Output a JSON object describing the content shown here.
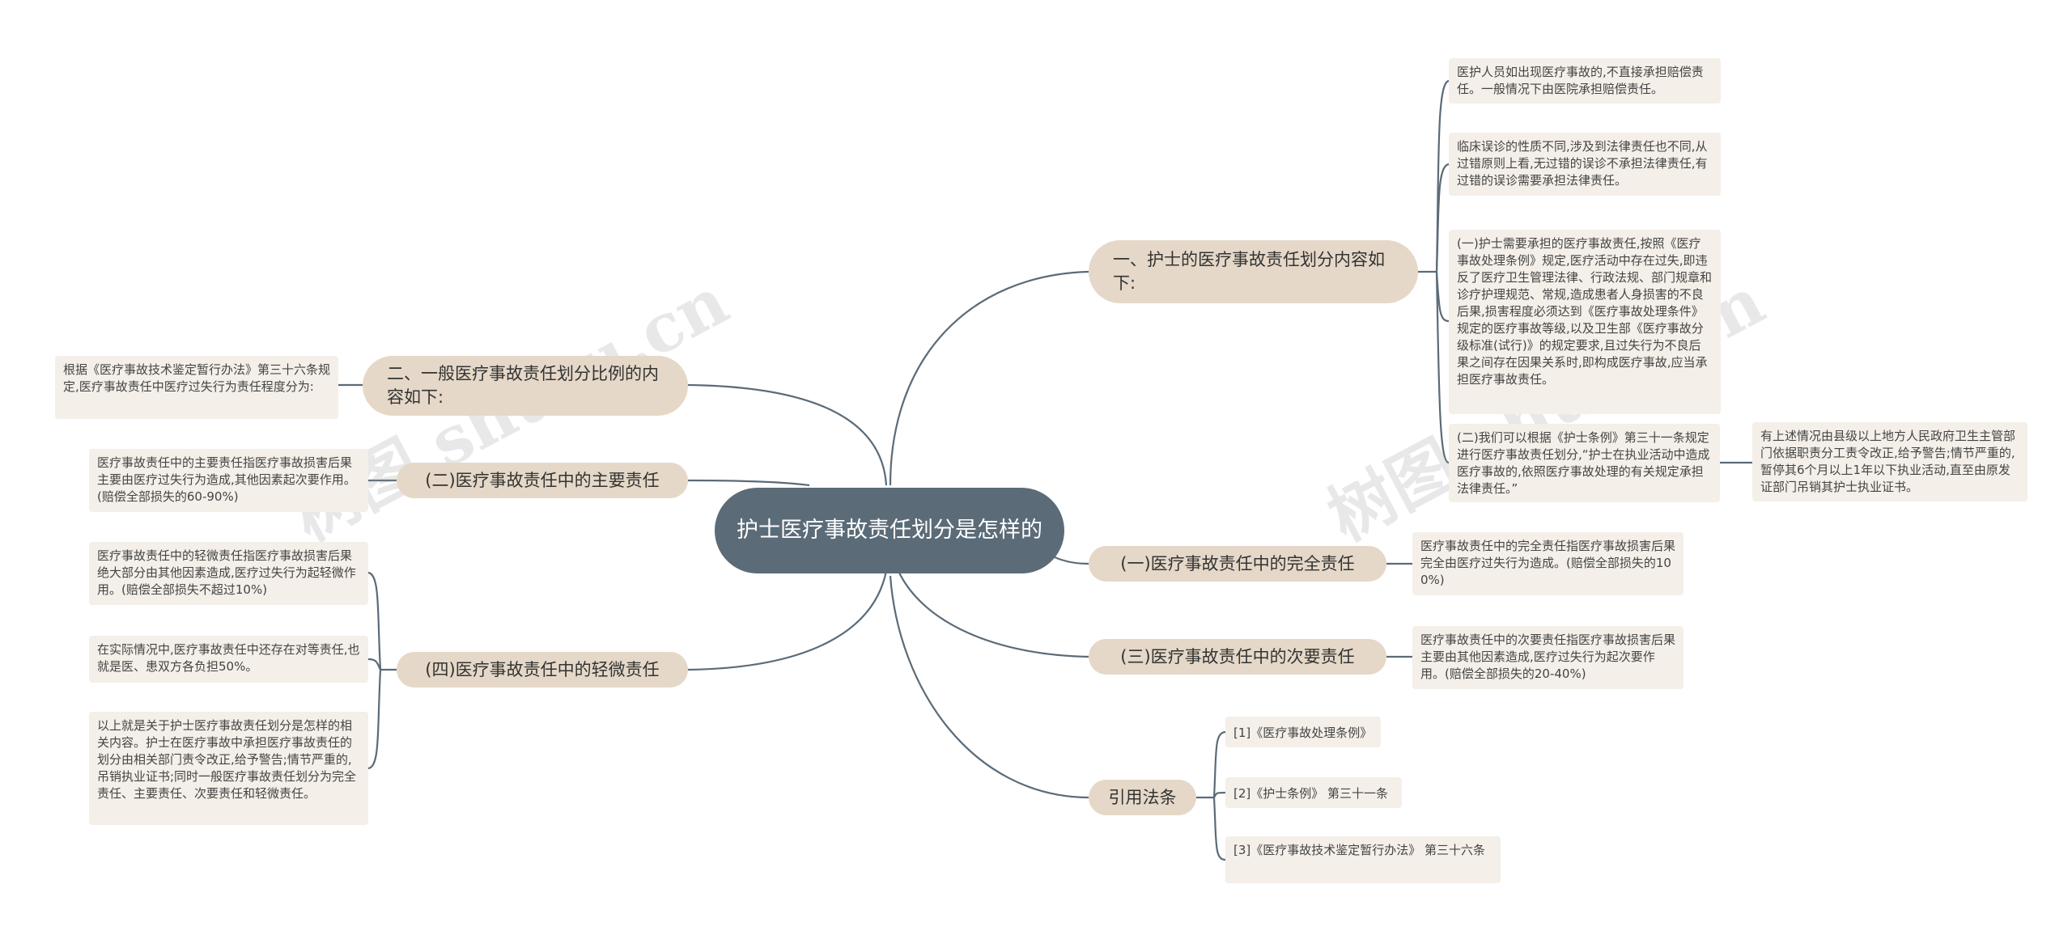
{
  "root": {
    "title": "护士医疗事故责任划分是怎样的"
  },
  "branches": {
    "b1": "一、护士的医疗事故责任划分内容如下:",
    "b2": "(一)医疗事故责任中的完全责任",
    "b3": "(三)医疗事故责任中的次要责任",
    "b4": "引用法条",
    "b5": "二、一般医疗事故责任划分比例的内容如下:",
    "b6": "(二)医疗事故责任中的主要责任",
    "b7": "(四)医疗事故责任中的轻微责任"
  },
  "leaves": {
    "l1": "医护人员如出现医疗事故的,不直接承担赔偿责任。一般情况下由医院承担赔偿责任。",
    "l2": "临床误诊的性质不同,涉及到法律责任也不同,从过错原则上看,无过错的误诊不承担法律责任,有过错的误诊需要承担法律责任。",
    "l3": "(一)护士需要承担的医疗事故责任,按照《医疗事故处理条例》规定,医疗活动中存在过失,即违反了医疗卫生管理法律、行政法规、部门规章和诊疗护理规范、常规,造成患者人身损害的不良后果,损害程度必须达到《医疗事故处理条件》规定的医疗事故等级,以及卫生部《医疗事故分级标准(试行)》的规定要求,且过失行为不良后果之间存在因果关系时,即构成医疗事故,应当承担医疗事故责任。",
    "l4": "(二)我们可以根据《护士条例》第三十一条规定进行医疗事故责任划分,“护士在执业活动中造成医疗事故的,依照医疗事故处理的有关规定承担法律责任。”",
    "l4a": "有上述情况由县级以上地方人民政府卫生主管部门依据职责分工责令改正,给予警告;情节严重的,暂停其6个月以上1年以下执业活动,直至由原发证部门吊销其护士执业证书。",
    "l5": "医疗事故责任中的完全责任指医疗事故损害后果完全由医疗过失行为造成。(赔偿全部损失的100%)",
    "l6": "医疗事故责任中的次要责任指医疗事故损害后果主要由其他因素造成,医疗过失行为起次要作用。(赔偿全部损失的20-40%)",
    "l7": "[1]《医疗事故处理条例》",
    "l8": "[2]《护士条例》 第三十一条",
    "l9": "[3]《医疗事故技术鉴定暂行办法》 第三十六条",
    "l10": "根据《医疗事故技术鉴定暂行办法》第三十六条规定,医疗事故责任中医疗过失行为责任程度分为:",
    "l11": "医疗事故责任中的主要责任指医疗事故损害后果主要由医疗过失行为造成,其他因素起次要作用。(赔偿全部损失的60-90%)",
    "l12": "医疗事故责任中的轻微责任指医疗事故损害后果绝大部分由其他因素造成,医疗过失行为起轻微作用。(赔偿全部损失不超过10%)",
    "l13": "在实际情况中,医疗事故责任中还存在对等责任,也就是医、患双方各负担50%。",
    "l14": "以上就是关于护士医疗事故责任划分是怎样的相关内容。护士在医疗事故中承担医疗事故责任的划分由相关部门责令改正,给予警告;情节严重的,吊销执业证书;同时一般医疗事故责任划分为完全责任、主要责任、次要责任和轻微责任。"
  },
  "watermark": {
    "text": "树图 shutu.cn"
  },
  "colors": {
    "root": "#5b6b78",
    "branch": "#e5d8c8",
    "leaf": "#f4efe8",
    "line": "#5b6b78"
  }
}
